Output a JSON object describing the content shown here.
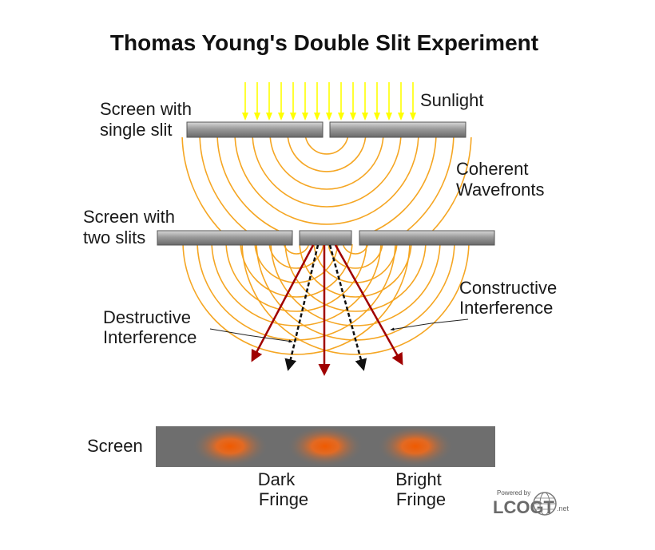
{
  "title": "Thomas Young's Double Slit Experiment",
  "labels": {
    "sunlight": "Sunlight",
    "single_slit": [
      "Screen with",
      "single slit"
    ],
    "coherent": [
      "Coherent",
      "Wavefronts"
    ],
    "two_slits": [
      "Screen with",
      "two slits"
    ],
    "constructive": [
      "Constructive",
      "Interference"
    ],
    "destructive": [
      "Destructive",
      "Interference"
    ],
    "screen": "Screen",
    "dark_fringe": [
      "Dark",
      "Fringe"
    ],
    "bright_fringe": [
      "Bright",
      "Fringe"
    ]
  },
  "logo": {
    "powered_by": "Powered by",
    "name": "LCOGT",
    "suffix": ".net"
  },
  "colors": {
    "sunlight": "#ffff00",
    "wavefront": "#f5a623",
    "barrier": "#8c8c8c",
    "constructive_ray": "#a00000",
    "destructive_ray": "#111111",
    "screen_base": "#6e6e6e",
    "bright_fringe": "#f05a00"
  },
  "sunlight_ray_count": 15,
  "bright_fringe_count": 3
}
